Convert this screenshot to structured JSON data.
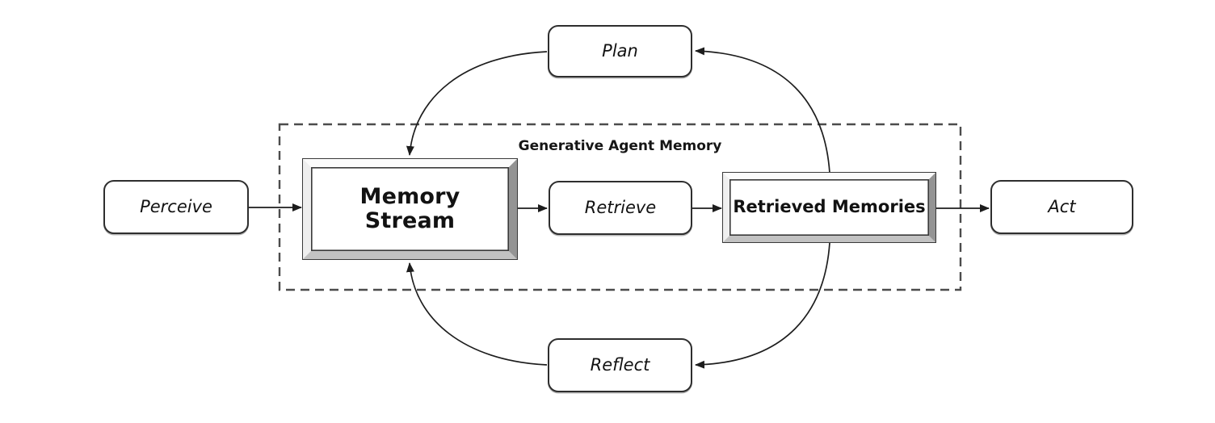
{
  "diagram": {
    "region": {
      "label": "Generative Agent Memory"
    },
    "nodes": {
      "perceive": "Perceive",
      "memory_stream": "Memory Stream",
      "retrieve": "Retrieve",
      "retrieved_memories": "Retrieved Memories",
      "act": "Act",
      "plan": "Plan",
      "reflect": "Reflect"
    },
    "edges": [
      {
        "from": "Perceive",
        "to": "Memory Stream",
        "style": "straight"
      },
      {
        "from": "Memory Stream",
        "to": "Retrieve",
        "style": "straight"
      },
      {
        "from": "Retrieve",
        "to": "Retrieved Memories",
        "style": "straight"
      },
      {
        "from": "Retrieved Memories",
        "to": "Act",
        "style": "straight"
      },
      {
        "from": "Plan",
        "to": "Memory Stream",
        "style": "curved"
      },
      {
        "from": "Retrieved Memories",
        "to": "Plan",
        "style": "curved"
      },
      {
        "from": "Reflect",
        "to": "Memory Stream",
        "style": "curved"
      },
      {
        "from": "Retrieved Memories",
        "to": "Reflect",
        "style": "curved"
      }
    ],
    "colors": {
      "arrow_stroke": "#1d1d1d",
      "dashed_border": "#4c4c4c",
      "node_border": "#2e2e2e",
      "bevel_light": "#fbfbfb",
      "bevel_shadow": "#949494",
      "background": "#ffffff",
      "text": "#121212"
    }
  }
}
